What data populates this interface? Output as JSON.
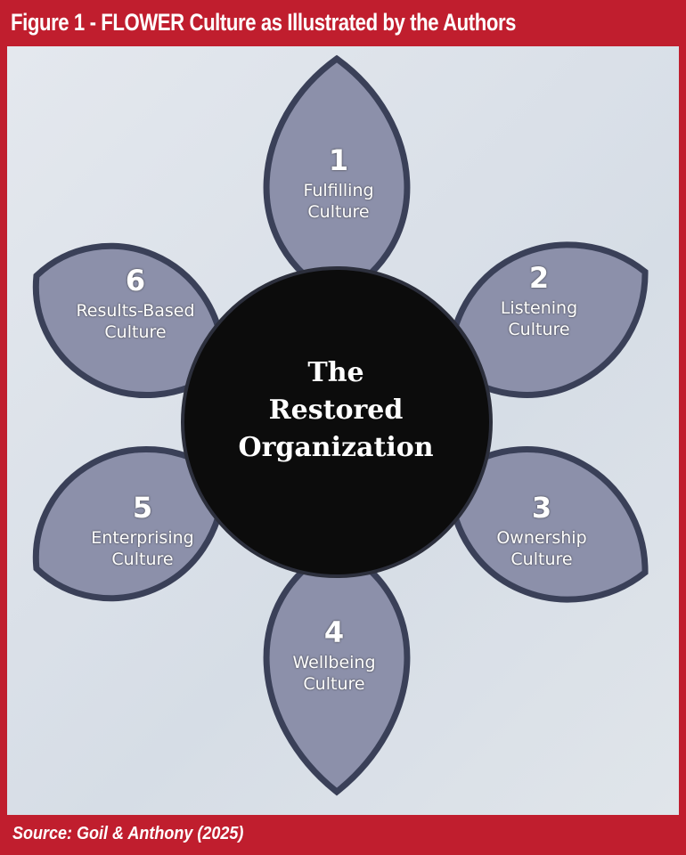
{
  "title": "Figure 1 - FLOWER Culture as Illustrated by the Authors",
  "source": "Source: Goil & Anthony (2025)",
  "center": {
    "line1": "The",
    "line2": "Restored",
    "line3": "Organization"
  },
  "petals": [
    {
      "num": "1",
      "line1": "Fulfilling",
      "line2": "Culture"
    },
    {
      "num": "2",
      "line1": "Listening",
      "line2": "Culture"
    },
    {
      "num": "3",
      "line1": "Ownership",
      "line2": "Culture"
    },
    {
      "num": "4",
      "line1": "Wellbeing",
      "line2": "Culture"
    },
    {
      "num": "5",
      "line1": "Enterprising",
      "line2": "Culture"
    },
    {
      "num": "6",
      "line1": "Results-Based",
      "line2": "Culture"
    }
  ],
  "colors": {
    "frame": "#c01e2e",
    "petal": "#8c90aa",
    "petal_stroke": "#3a4058",
    "center": "#0c0c0c"
  }
}
